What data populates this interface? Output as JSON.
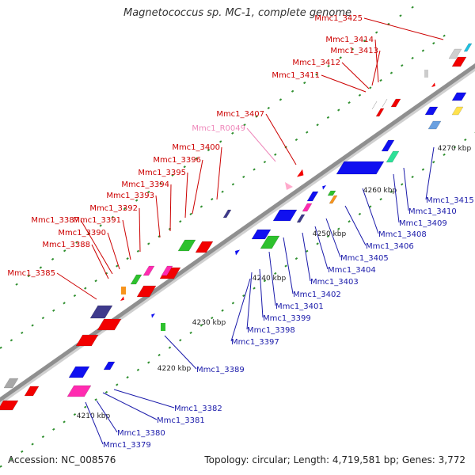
{
  "title": "Magnetococcus sp. MC-1, complete genome",
  "footer": {
    "accession": "Accession: NC_008576",
    "summary": "Topology: circular; Length: 4,719,581 bp; Genes: 3,772"
  },
  "colors": {
    "backbone": "#8f8f8f",
    "tick": "#2f8f2f",
    "label_forward": "#cc0000",
    "label_reverse": "#1a1aaa",
    "label_rna": "#ee88bb",
    "scale_text": "#222222"
  },
  "scale_ticks": [
    "4210 kbp",
    "4220 kbp",
    "4230 kbp",
    "4240 kbp",
    "4250 kbp",
    "4260 kbp",
    "4270 kbp"
  ],
  "forward_labels": [
    "Mmc1_3425",
    "Mmc1_3414",
    "Mmc1_3413",
    "Mmc1_3412",
    "Mmc1_3411",
    "Mmc1_3407",
    "Mmc1_R0049",
    "Mmc1_3400",
    "Mmc1_3396",
    "Mmc1_3395",
    "Mmc1_3394",
    "Mmc1_3393",
    "Mmc1_3392",
    "Mmc1_3391",
    "Mmc1_3390",
    "Mmc1_3388",
    "Mmc1_3387",
    "Mmc1_3385"
  ],
  "reverse_labels": [
    "Mmc1_3415",
    "Mmc1_3410",
    "Mmc1_3409",
    "Mmc1_3408",
    "Mmc1_3406",
    "Mmc1_3405",
    "Mmc1_3404",
    "Mmc1_3403",
    "Mmc1_3402",
    "Mmc1_3401",
    "Mmc1_3399",
    "Mmc1_3398",
    "Mmc1_3397",
    "Mmc1_3389",
    "Mmc1_3382",
    "Mmc1_3381",
    "Mmc1_3380",
    "Mmc1_3379"
  ]
}
